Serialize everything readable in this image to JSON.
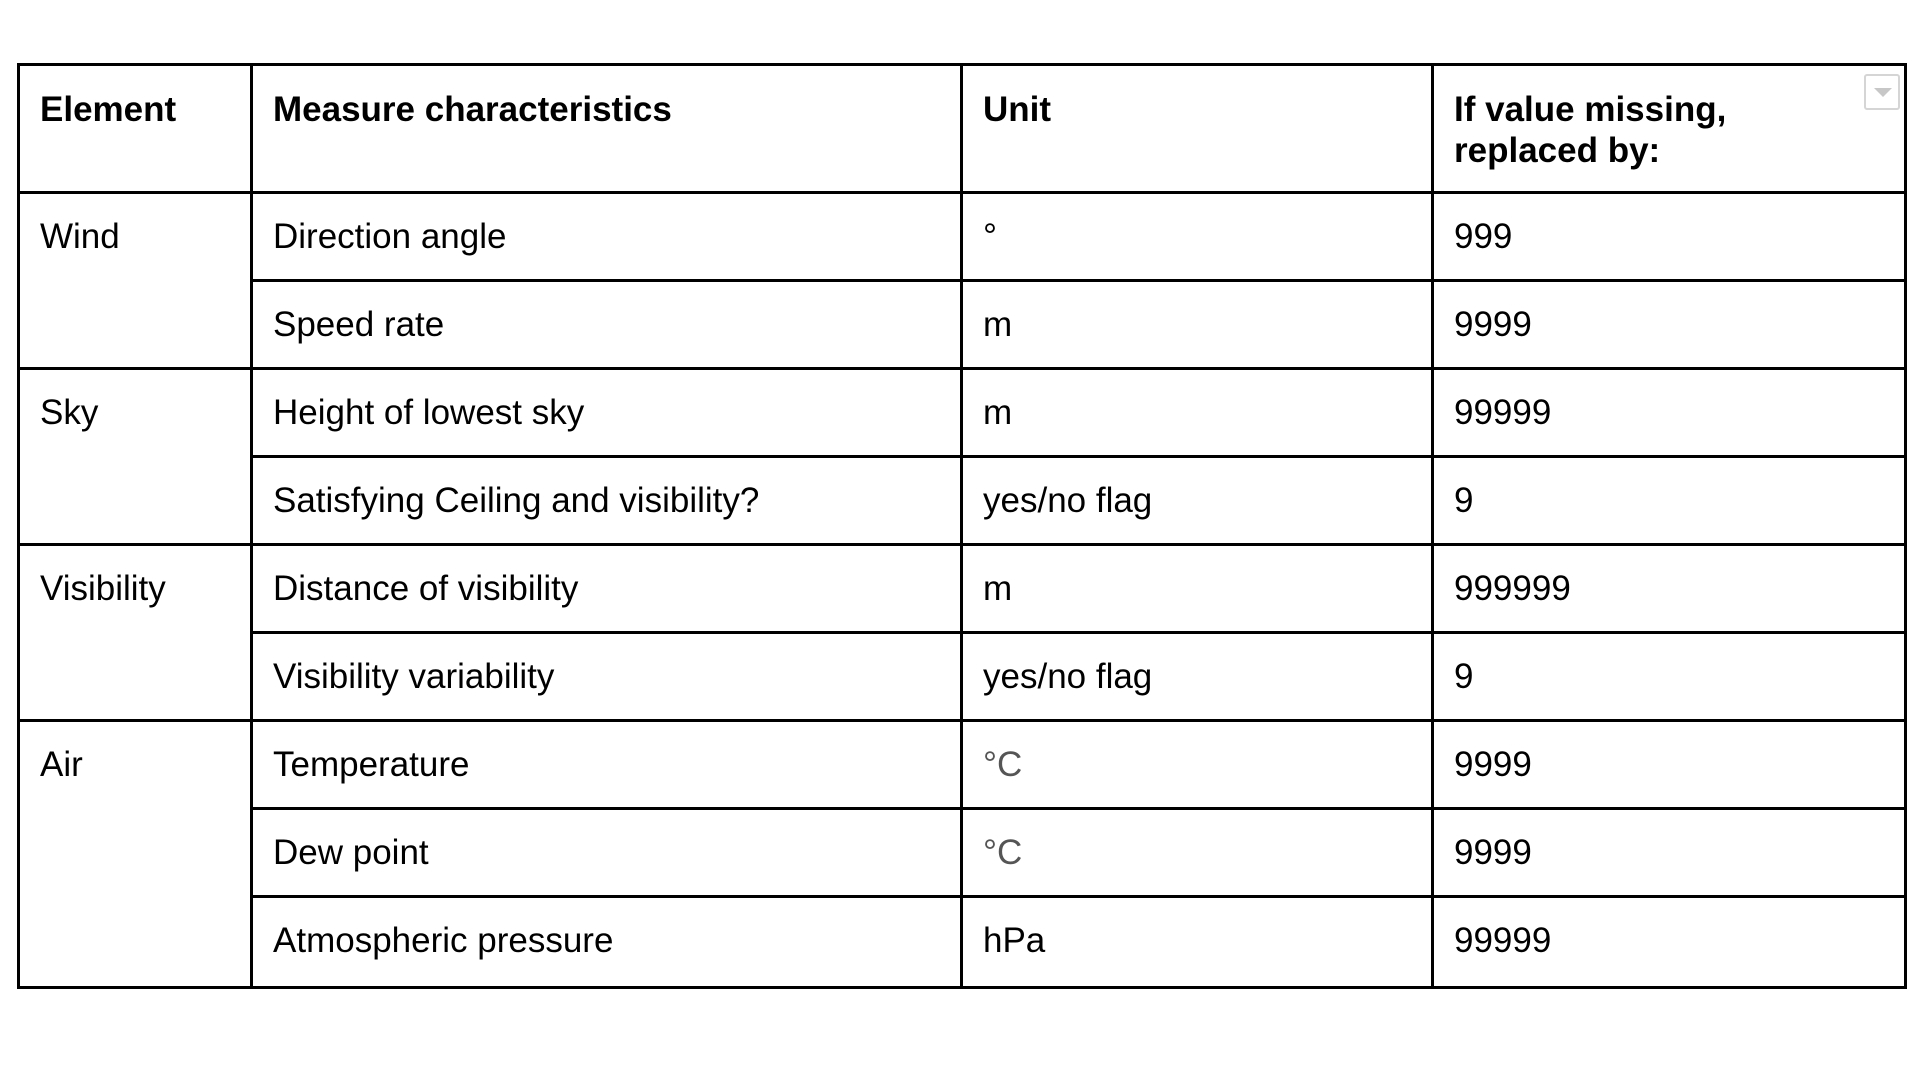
{
  "table": {
    "headers": {
      "element": "Element",
      "measure": "Measure characteristics",
      "unit": "Unit",
      "missing": "If value missing, replaced by:"
    },
    "groups": [
      {
        "element": "Wind",
        "rows": [
          {
            "measure": "Direction angle",
            "unit": "°",
            "missing": "999"
          },
          {
            "measure": "Speed rate",
            "unit": "m",
            "missing": "9999"
          }
        ]
      },
      {
        "element": "Sky",
        "rows": [
          {
            "measure": "Height of lowest sky",
            "unit": "m",
            "missing": "99999"
          },
          {
            "measure": "Satisfying Ceiling and visibility?",
            "unit": "yes/no flag",
            "missing": "9"
          }
        ]
      },
      {
        "element": "Visibility",
        "rows": [
          {
            "measure": "Distance of visibility",
            "unit": "m",
            "missing": "999999"
          },
          {
            "measure": "Visibility variability",
            "unit": "yes/no flag",
            "missing": "9"
          }
        ]
      },
      {
        "element": "Air",
        "rows": [
          {
            "measure": "Temperature",
            "unit": "°C",
            "missing": "9999"
          },
          {
            "measure": "Dew point",
            "unit": "°C",
            "missing": "9999"
          },
          {
            "measure": "Atmospheric pressure",
            "unit": "hPa",
            "missing": "99999"
          }
        ]
      }
    ],
    "dropdown_icon": "chevron-down-icon"
  }
}
